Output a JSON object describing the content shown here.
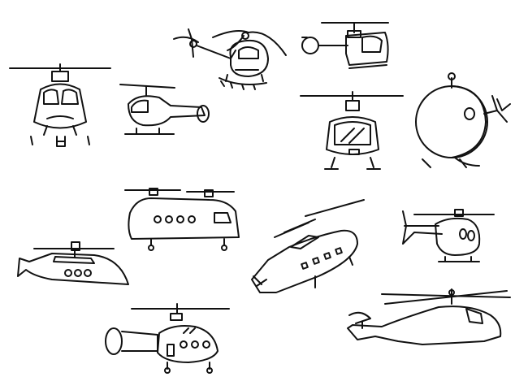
{
  "sheet": {
    "background": "#ffffff",
    "ink_color": "#111111",
    "drawings": [
      {
        "name": "helicopter-front-view-1"
      },
      {
        "name": "helicopter-side-small"
      },
      {
        "name": "helicopter-cartoon-with-tail-rotor"
      },
      {
        "name": "helicopter-side-top-right"
      },
      {
        "name": "helicopter-front-view-2"
      },
      {
        "name": "helicopter-round-bubble"
      },
      {
        "name": "chinook-tandem-rotor"
      },
      {
        "name": "helicopter-long-body"
      },
      {
        "name": "helicopter-large-transport"
      },
      {
        "name": "helicopter-small-side"
      },
      {
        "name": "helicopter-bottom-left"
      },
      {
        "name": "helicopter-attack-style"
      }
    ]
  }
}
